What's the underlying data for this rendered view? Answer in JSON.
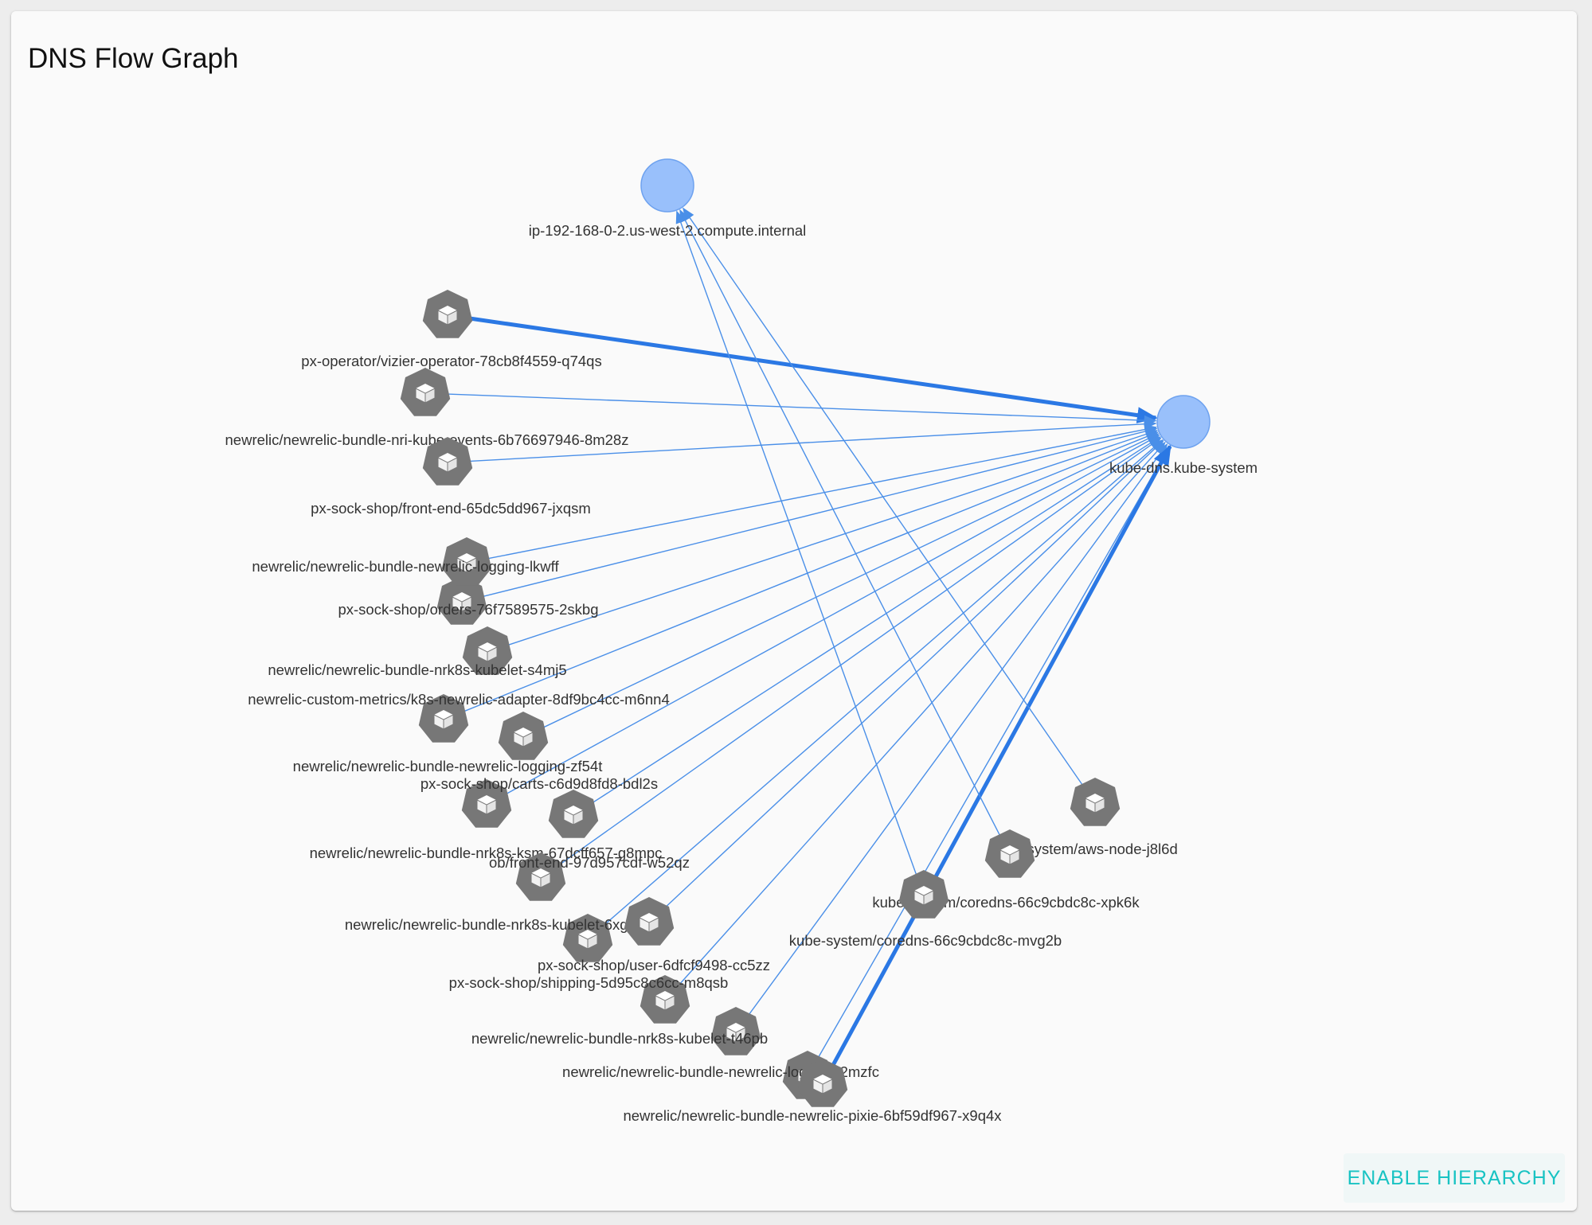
{
  "page": {
    "title": "DNS Flow Graph"
  },
  "actions": {
    "enable_hierarchy": "ENABLE HIERARCHY"
  },
  "colors": {
    "edge": "#4a8fe8",
    "edge_heavy": "#2b78e4",
    "service_node_fill": "#99c0fb",
    "service_node_stroke": "#6ea2ef",
    "pod_node": "#777777",
    "button_text": "#19c3c3"
  },
  "graph": {
    "service_nodes": [
      {
        "id": "ip",
        "label": "ip-192-168-0-2.us-west-2.compute.internal",
        "icon": "circle-node"
      },
      {
        "id": "kdns",
        "label": "kube-dns.kube-system",
        "icon": "circle-node"
      }
    ],
    "pod_nodes": [
      {
        "id": "p1",
        "label": "px-operator/vizier-operator-78cb8f4559-q74qs",
        "icon": "pod-cube-icon"
      },
      {
        "id": "p2",
        "label": "newrelic/newrelic-bundle-nri-kube-events-6b76697946-8m28z",
        "icon": "pod-cube-icon"
      },
      {
        "id": "p3",
        "label": "px-sock-shop/front-end-65dc5dd967-jxqsm",
        "icon": "pod-cube-icon"
      },
      {
        "id": "p4",
        "label": "px-sock-shop/orders-76f7589575-2skbg",
        "icon": "pod-cube-icon"
      },
      {
        "id": "p5",
        "label": "newrelic/newrelic-bundle-newrelic-logging-lkwff",
        "icon": "pod-cube-icon"
      },
      {
        "id": "p6",
        "label": "newrelic/newrelic-bundle-nrk8s-kubelet-s4mj5",
        "icon": "pod-cube-icon"
      },
      {
        "id": "p7",
        "label": "newrelic-custom-metrics/k8s-newrelic-adapter-8df9bc4cc-m6nn4",
        "icon": "pod-cube-icon"
      },
      {
        "id": "p8",
        "label": "newrelic/newrelic-bundle-newrelic-logging-zf54t",
        "icon": "pod-cube-icon"
      },
      {
        "id": "p9",
        "label": "px-sock-shop/carts-c6d9d8fd8-bdl2s",
        "icon": "pod-cube-icon"
      },
      {
        "id": "p10",
        "label": "newrelic/newrelic-bundle-nrk8s-ksm-67dcff657-g8mpc",
        "icon": "pod-cube-icon"
      },
      {
        "id": "p11",
        "label": "ob/front-end-97d957cdf-w52qz",
        "icon": "pod-cube-icon"
      },
      {
        "id": "p12",
        "label": "newrelic/newrelic-bundle-nrk8s-kubelet-6xgpn",
        "icon": "pod-cube-icon"
      },
      {
        "id": "p13",
        "label": "px-sock-shop/shipping-5d95c8c6cc-m8qsb",
        "icon": "pod-cube-icon"
      },
      {
        "id": "p14",
        "label": "px-sock-shop/user-6dfcf9498-cc5zz",
        "icon": "pod-cube-icon"
      },
      {
        "id": "p15",
        "label": "newrelic/newrelic-bundle-nrk8s-kubelet-t46pb",
        "icon": "pod-cube-icon"
      },
      {
        "id": "p16",
        "label": "newrelic/newrelic-bundle-newrelic-logging-2mzfc",
        "icon": "pod-cube-icon"
      },
      {
        "id": "p17",
        "label": "newrelic/newrelic-bundle-newrelic-pixie-6bf59df967-x9q4x",
        "icon": "pod-cube-icon"
      },
      {
        "id": "p18",
        "label": "kube-system/aws-node-j8l6d",
        "icon": "pod-cube-icon"
      },
      {
        "id": "p19",
        "label": "kube-system/coredns-66c9cbdc8c-xpk6k",
        "icon": "pod-cube-icon"
      },
      {
        "id": "p20",
        "label": "kube-system/coredns-66c9cbdc8c-mvg2b",
        "icon": "pod-cube-icon"
      }
    ],
    "edges": [
      {
        "from": "p1",
        "to": "kdns",
        "heavy": true
      },
      {
        "from": "p2",
        "to": "kdns"
      },
      {
        "from": "p3",
        "to": "kdns"
      },
      {
        "from": "p4",
        "to": "kdns"
      },
      {
        "from": "p5",
        "to": "kdns"
      },
      {
        "from": "p6",
        "to": "kdns"
      },
      {
        "from": "p7",
        "to": "kdns"
      },
      {
        "from": "p8",
        "to": "kdns"
      },
      {
        "from": "p9",
        "to": "kdns"
      },
      {
        "from": "p10",
        "to": "kdns"
      },
      {
        "from": "p11",
        "to": "kdns"
      },
      {
        "from": "p12",
        "to": "kdns"
      },
      {
        "from": "p13",
        "to": "kdns"
      },
      {
        "from": "p14",
        "to": "kdns"
      },
      {
        "from": "p15",
        "to": "kdns"
      },
      {
        "from": "p16",
        "to": "kdns"
      },
      {
        "from": "p17",
        "to": "kdns",
        "heavy": true
      },
      {
        "from": "p18",
        "to": "ip"
      },
      {
        "from": "p19",
        "to": "ip"
      },
      {
        "from": "p20",
        "to": "ip"
      }
    ]
  }
}
